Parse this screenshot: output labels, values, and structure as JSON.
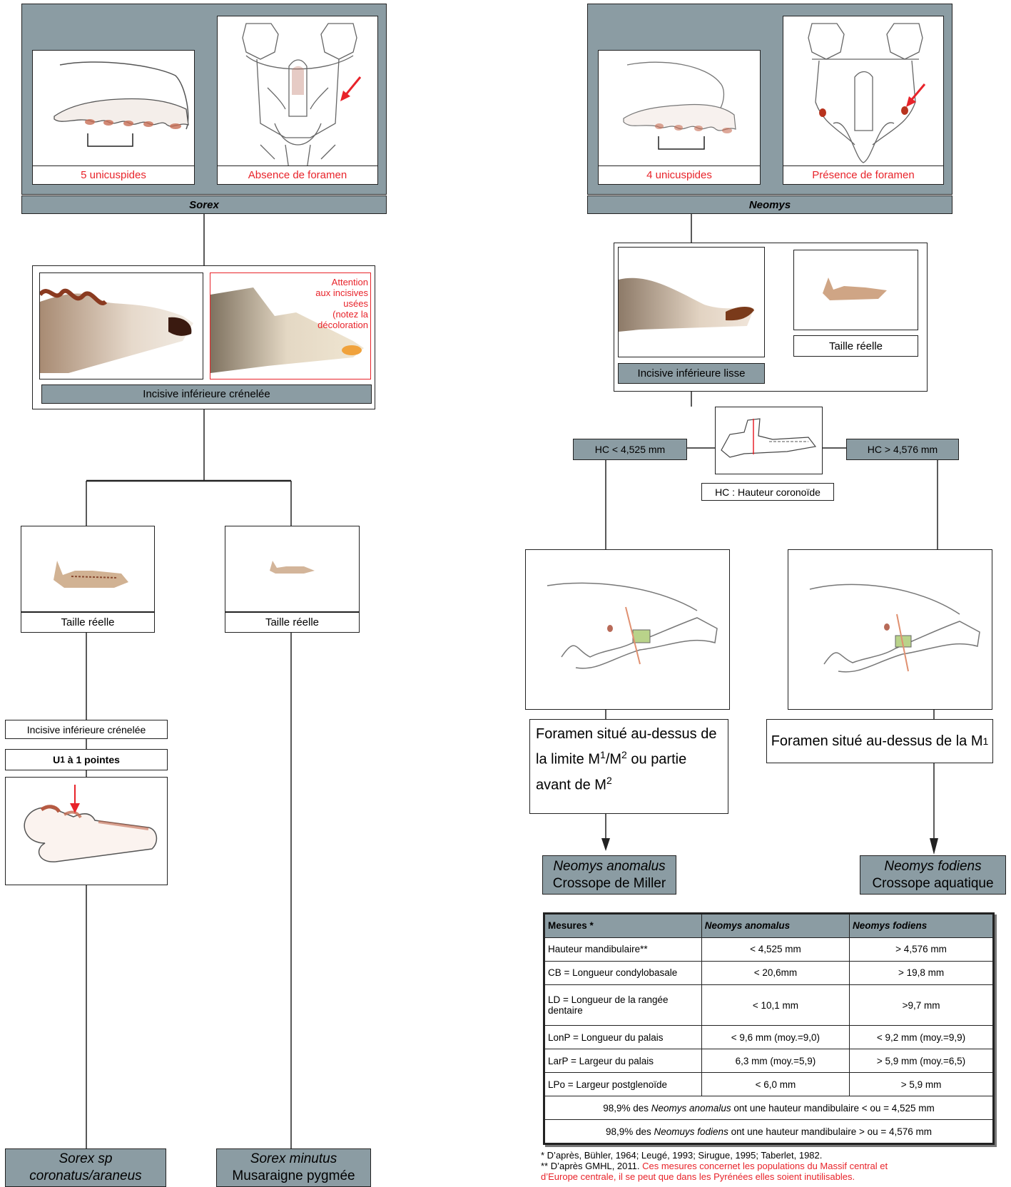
{
  "sorex": {
    "tooth_count": "5 unicuspides",
    "foramen": "Absence de foramen",
    "genus": "Sorex",
    "incisor_caption": "Incisive inférieure crénelée",
    "warning": [
      "Attention",
      "aux incisives usées",
      "(notez la décoloration"
    ],
    "real_size_a": "Taille réelle",
    "real_size_b": "Taille réelle",
    "incisor_label2": "Incisive inférieure crénelée",
    "u1_prefix": "U",
    "u1_sub": "1",
    "u1_suffix": " à 1 pointes",
    "species_a_line1": "Sorex sp",
    "species_a_line2": "coronatus/araneus",
    "species_b_sci": "Sorex minutus",
    "species_b_common": "Musaraigne pygmée"
  },
  "neomys": {
    "tooth_count": "4 unicuspides",
    "foramen": "Présence de foramen",
    "genus": "Neomys",
    "incisor_caption": "Incisive inférieure lisse",
    "real_size": "Taille réelle",
    "hc_low": "HC < 4,525 mm",
    "hc_high": "HC > 4,576 mm",
    "hc_legend": "HC : Hauteur coronoïde",
    "foramen_left": {
      "p1": "Foramen situé au-dessus de",
      "p2": "la limite M",
      "s1": "1",
      "p3": "/M",
      "s2": "2",
      "p4": " ou partie",
      "p5": "avant de M",
      "s3": "2"
    },
    "foramen_right": {
      "p1": "Foramen situé au-dessus de la M",
      "s1": "1"
    },
    "species_a_sci": "Neomys anomalus",
    "species_a_common": "Crossope de Miller",
    "species_b_sci": "Neomys fodiens",
    "species_b_common": "Crossope aquatique"
  },
  "table": {
    "headers": [
      "Mesures *",
      "Neomys anomalus",
      "Neomys fodiens"
    ],
    "rows": [
      [
        "Hauteur mandibulaire**",
        "< 4,525 mm",
        "> 4,576 mm"
      ],
      [
        "CB = Longueur condylobasale",
        "< 20,6mm",
        "> 19,8 mm"
      ],
      [
        "LD = Longueur de la rangée dentaire",
        "< 10,1 mm",
        ">9,7 mm"
      ],
      [
        "LonP = Longueur du palais",
        "< 9,6 mm (moy.=9,0)",
        "< 9,2 mm (moy.=9,9)"
      ],
      [
        "LarP = Largeur du palais",
        "6,3 mm (moy.=5,9)",
        "> 5,9 mm (moy.=6,5)"
      ],
      [
        "LPo = Largeur postglenoïde",
        "< 6,0 mm",
        "> 5,9 mm"
      ]
    ],
    "note1": {
      "pre": "98,9% des ",
      "it": "Neomys anomalus",
      "post": " ont une hauteur mandibulaire < ou = 4,525 mm"
    },
    "note2": {
      "pre": "98,9% des ",
      "it": "Neomuys fodiens",
      "post": " ont une hauteur mandibulaire > ou = 4,576 mm"
    }
  },
  "footnotes": {
    "f1": "* D’après, Bühler, 1964; Leugé, 1993; Sirugue, 1995; Taberlet, 1982.",
    "f2_black": "** D’après GMHL, 2011. ",
    "f2_red1": "Ces mesures concernet les populations du Massif central et",
    "f2_red2": "d’Europe centrale, il se peut que dans les Pyrénées elles soient inutilisables."
  },
  "colors": {
    "panel": "#8b9ca3",
    "accent_red": "#e8232a"
  }
}
